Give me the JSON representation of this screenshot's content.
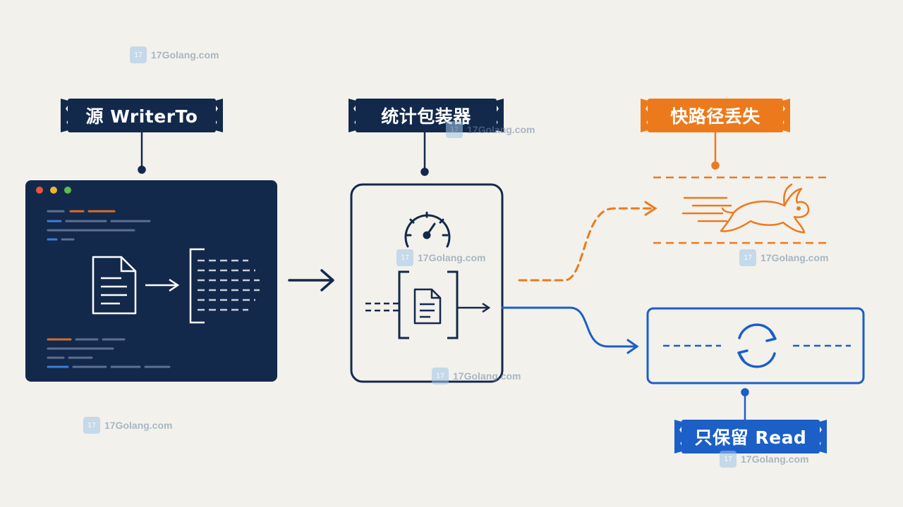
{
  "labels": {
    "source": "源 WriterTo",
    "wrapper": "统计包装器",
    "fast_path_lost": "快路径丢失",
    "read_only": "只保留 Read"
  },
  "watermark": {
    "text": "17Golang.com"
  },
  "colors": {
    "navy": "#13294b",
    "orange": "#ec7a1c",
    "blue": "#1b5fc7",
    "background": "#f3f1ec"
  },
  "icons": [
    "document-icon",
    "bracket-icon",
    "gauge-icon",
    "rabbit-icon",
    "refresh-icon",
    "traffic-lights-icon"
  ]
}
